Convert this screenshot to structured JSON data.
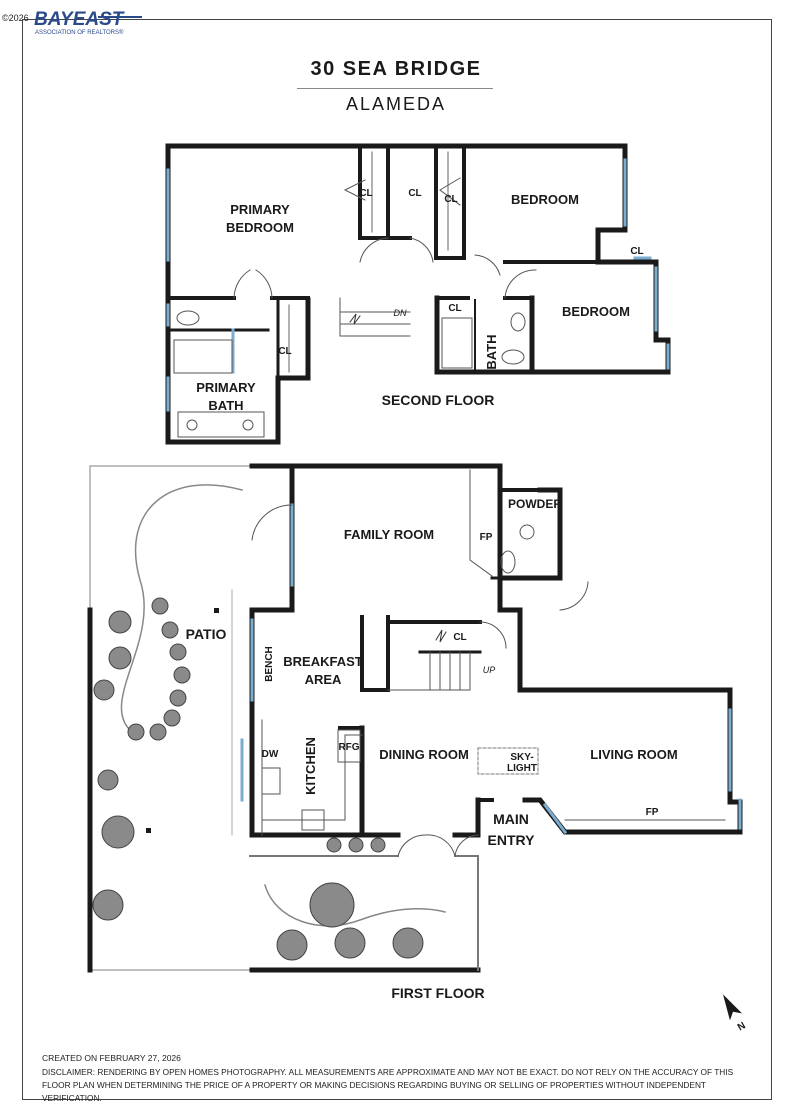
{
  "brand": {
    "name": "BAYEAST",
    "tagline": "ASSOCIATION OF REALTORS®",
    "copyright": "©2026"
  },
  "title": "30 SEA BRIDGE",
  "subtitle": "ALAMEDA",
  "second_floor": {
    "heading": "SECOND FLOOR",
    "rooms": {
      "primary_bedroom": [
        "PRIMARY",
        "BEDROOM"
      ],
      "bedroom_1": "BEDROOM",
      "bedroom_2": "BEDROOM",
      "primary_bath": [
        "PRIMARY",
        "BATH"
      ],
      "bath": "BATH",
      "closet": "CL",
      "stairs_down": "DN"
    }
  },
  "first_floor": {
    "heading": "FIRST FLOOR",
    "rooms": {
      "family_room": "FAMILY ROOM",
      "powder": "POWDER",
      "fireplace": "FP",
      "patio": "PATIO",
      "breakfast_area": [
        "BREAKFAST",
        "AREA"
      ],
      "bench": "BENCH",
      "kitchen": "KITCHEN",
      "dishwasher": "DW",
      "refrigerator": "RFG",
      "dining_room": "DINING ROOM",
      "skylight": [
        "SKY-",
        "LIGHT"
      ],
      "living_room": "LIVING ROOM",
      "main_entry": [
        "MAIN",
        "ENTRY"
      ],
      "closet": "CL",
      "stairs_up": "UP"
    }
  },
  "compass": "N",
  "created": "CREATED ON FEBRUARY 27, 2026",
  "disclaimer": "DISCLAIMER: RENDERING BY OPEN HOMES PHOTOGRAPHY. ALL MEASUREMENTS ARE APPROXIMATE AND MAY NOT BE EXACT. DO NOT RELY ON THE ACCURACY OF THIS FLOOR PLAN WHEN DETERMINING THE PRICE OF A PROPERTY OR MAKING DECISIONS REGARDING BUYING OR SELLING OF PROPERTIES WITHOUT INDEPENDENT VERIFICATION.",
  "colors": {
    "wall": "#1a1a1a",
    "window": "#7aaed0",
    "brand_blue": "#2b4a8c"
  }
}
